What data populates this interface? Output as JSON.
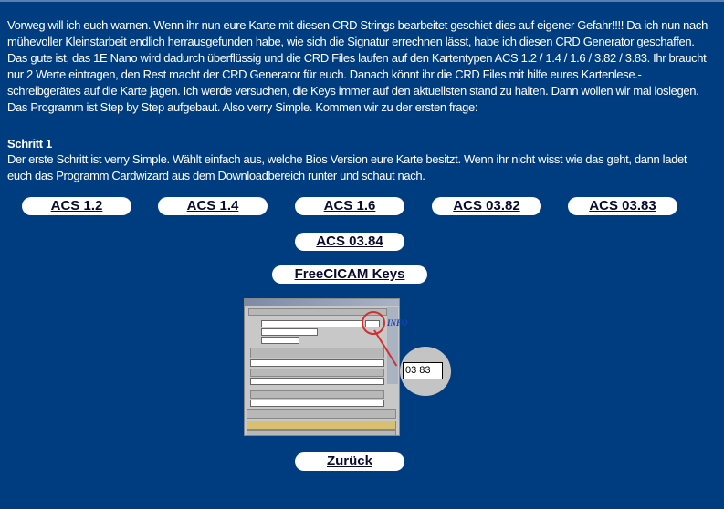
{
  "intro": "Vorweg will ich euch warnen. Wenn ihr nun eure Karte mit diesen CRD Strings bearbeitet geschiet dies auf eigener Gefahr!!!! Da ich nun nach mühevoller Kleinstarbeit endlich herrausgefunden habe, wie sich die Signatur errechnen lässt, habe ich diesen CRD Generator geschaffen. Das gute ist, das 1E Nano wird dadurch überflüssig und die CRD Files laufen auf den Kartentypen ACS 1.2 / 1.4 / 1.6 / 3.82 / 3.83. Ihr braucht nur 2 Werte eintragen, den Rest macht der CRD Generator für euch. Danach könnt ihr die CRD Files mit hilfe eures Kartenlese.-schreibgerätes auf die Karte jagen. Ich werde versuchen, die Keys immer auf den aktuellsten stand zu halten. Dann wollen wir mal loslegen. Das Programm ist Step by Step aufgebaut. Also verry Simple. Kommen wir zu der ersten frage:",
  "step1": {
    "title": "Schritt 1",
    "text": "Der erste Schritt ist verry Simple. Wählt einfach aus, welche Bios Version eure Karte besitzt. Wenn ihr nicht wisst wie das geht, dann ladet euch das Programm Cardwizard aus dem Downloadbereich runter und schaut nach."
  },
  "buttons": {
    "acs12": "ACS 1.2",
    "acs14": "ACS 1.4",
    "acs16": "ACS 1.6",
    "acs382": "ACS 03.82",
    "acs383": "ACS 03.83",
    "acs384": "ACS 03.84",
    "freecicam": "FreeCICAM Keys",
    "back": "Zurück"
  },
  "screenshot": {
    "info_label": "INFO",
    "callout_value": "03 83"
  }
}
